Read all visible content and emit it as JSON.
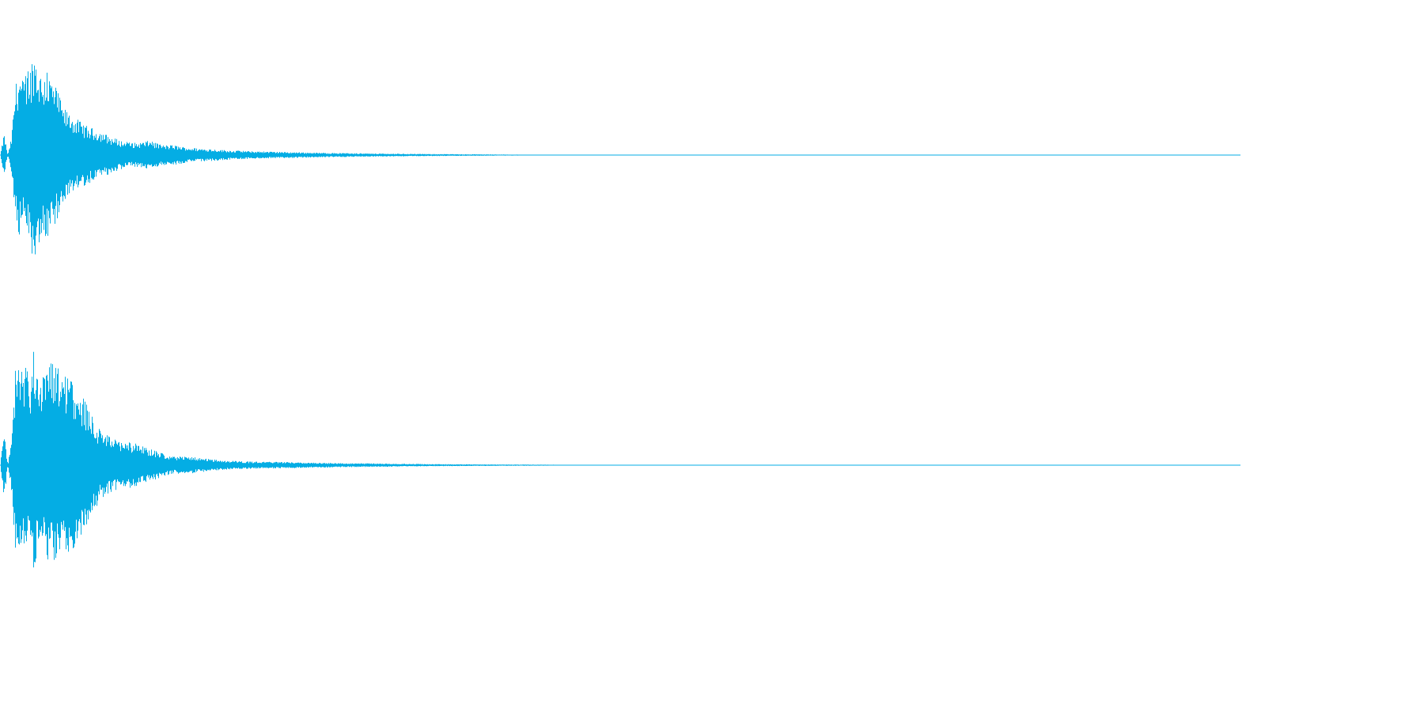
{
  "colors": {
    "background": "#ffffff",
    "waveform": "#04ade4"
  },
  "chart_data": {
    "type": "area",
    "subtype": "stereo-waveform",
    "grid": false,
    "legend": "none",
    "ylim": [
      -1,
      1
    ],
    "channels": [
      {
        "x": [
          0,
          0.003,
          0.006,
          0.009,
          0.012,
          0.015,
          0.018,
          0.021,
          0.024,
          0.027,
          0.03,
          0.033,
          0.036,
          0.04,
          0.045,
          0.05,
          0.06,
          0.07,
          0.08,
          0.09,
          0.1,
          0.11,
          0.12,
          0.13,
          0.14,
          0.15,
          0.16,
          0.17,
          0.18,
          0.19,
          0.2,
          0.22,
          0.24,
          0.26,
          0.28,
          0.3,
          0.32,
          0.34,
          0.36,
          0.38,
          0.4,
          0.42,
          0.44,
          0.46,
          0.48,
          0.5,
          0.55,
          0.6,
          0.65,
          0.7,
          0.75,
          0.8,
          1.0
        ],
        "peak": [
          0.0,
          0.2,
          0.0,
          0.16,
          0.62,
          0.78,
          0.68,
          0.72,
          0.8,
          0.98,
          0.84,
          0.74,
          0.76,
          0.72,
          0.62,
          0.44,
          0.34,
          0.26,
          0.22,
          0.16,
          0.12,
          0.11,
          0.13,
          0.09,
          0.09,
          0.07,
          0.06,
          0.055,
          0.045,
          0.04,
          0.035,
          0.03,
          0.025,
          0.02,
          0.017,
          0.014,
          0.012,
          0.01,
          0.008,
          0.007,
          0.005,
          0.004,
          0.003,
          0.003,
          0.002,
          0.002,
          0.001,
          0.001,
          0.0,
          0.0,
          0.0,
          0.0,
          0.0
        ]
      },
      {
        "x": [
          0,
          0.003,
          0.006,
          0.009,
          0.012,
          0.015,
          0.018,
          0.021,
          0.024,
          0.027,
          0.03,
          0.033,
          0.036,
          0.04,
          0.045,
          0.05,
          0.06,
          0.07,
          0.08,
          0.09,
          0.1,
          0.11,
          0.12,
          0.13,
          0.14,
          0.15,
          0.16,
          0.17,
          0.18,
          0.19,
          0.2,
          0.22,
          0.24,
          0.26,
          0.28,
          0.3,
          0.32,
          0.34,
          0.36,
          0.38,
          0.4,
          0.42,
          0.44,
          0.46,
          0.48,
          0.5,
          0.55,
          0.6,
          0.65,
          0.7,
          0.75,
          0.8,
          1.0
        ],
        "peak": [
          0.0,
          0.32,
          0.0,
          0.22,
          0.8,
          0.92,
          0.74,
          0.84,
          0.66,
          0.98,
          0.72,
          0.7,
          0.84,
          0.86,
          0.84,
          0.76,
          0.7,
          0.5,
          0.3,
          0.22,
          0.2,
          0.18,
          0.14,
          0.1,
          0.07,
          0.08,
          0.06,
          0.05,
          0.04,
          0.035,
          0.03,
          0.028,
          0.024,
          0.02,
          0.017,
          0.015,
          0.012,
          0.01,
          0.008,
          0.007,
          0.006,
          0.005,
          0.004,
          0.003,
          0.002,
          0.002,
          0.001,
          0.001,
          0.0,
          0.0,
          0.0,
          0.0,
          0.0
        ]
      }
    ]
  }
}
